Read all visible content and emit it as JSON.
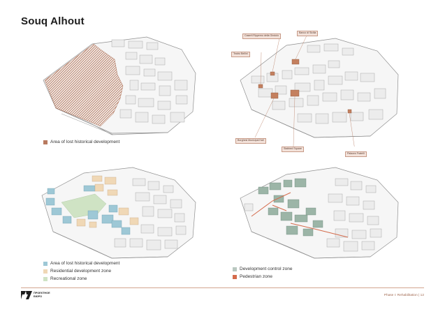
{
  "page": {
    "title": "Souq Alhout",
    "pager": "Phase I: Rehabilitation | 12",
    "logo_text_1": "ПРОЕКТНОЕ",
    "logo_text_2": "БЮРО"
  },
  "colors": {
    "terracotta": "#b87a5f",
    "blue": "#9ec8d6",
    "beige": "#f0d8b6",
    "green": "#cfe3c4",
    "teal": "#9cb5a7",
    "orange_red": "#d46b4c",
    "building": "#ececec",
    "outline": "#9a9a9a"
  },
  "legends": {
    "tl": [
      {
        "label": "Area of lost historical development"
      }
    ],
    "bl": [
      {
        "label": "Area of lost historical development"
      },
      {
        "label": "Residential development zone"
      },
      {
        "label": "Recreational zone"
      }
    ],
    "br": [
      {
        "label": "Development control zone"
      },
      {
        "label": "Pedestrian zone"
      }
    ]
  },
  "callouts": {
    "palazzo_regamo": "Caserti Ripperno della Gindolo",
    "banco_sicilia": "Banco di Sicilia",
    "teatro_bellini": "Teatro Bellini",
    "borghesi_hall": "Borghesi Municipal Hall",
    "stabbed_square": "Stabbed Square",
    "palazzo_fratelli": "Palazzo Fratelli"
  }
}
